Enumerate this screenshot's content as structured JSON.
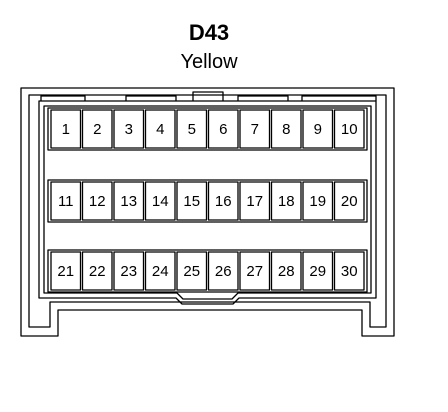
{
  "connector": {
    "id": "D43",
    "color": "Yellow"
  },
  "pins": {
    "rows": [
      [
        "1",
        "2",
        "3",
        "4",
        "5",
        "6",
        "7",
        "8",
        "9",
        "10"
      ],
      [
        "11",
        "12",
        "13",
        "14",
        "15",
        "16",
        "17",
        "18",
        "19",
        "20"
      ],
      [
        "21",
        "22",
        "23",
        "24",
        "25",
        "26",
        "27",
        "28",
        "29",
        "30"
      ]
    ]
  }
}
